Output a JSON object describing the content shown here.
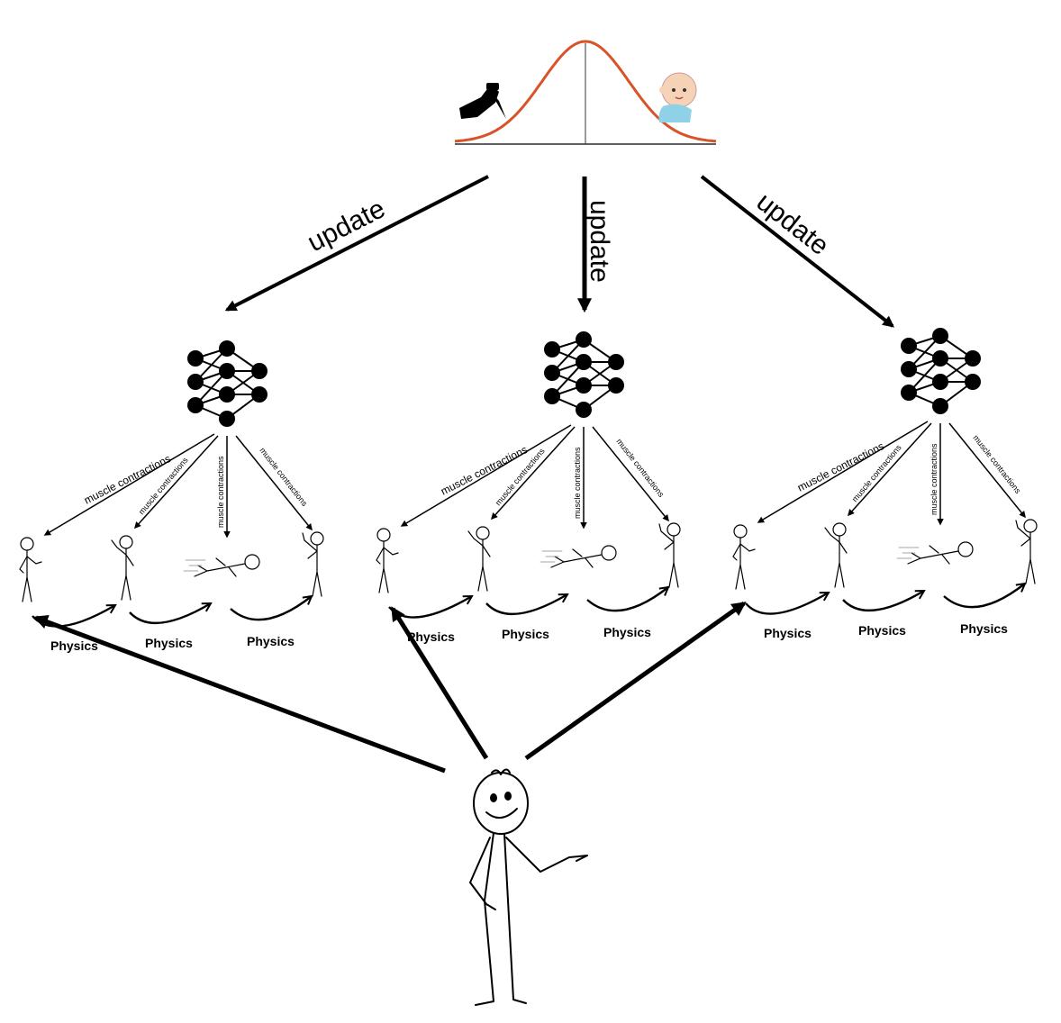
{
  "prior": {
    "curve_color": "#d9532a",
    "left_icon": "knife-icon",
    "right_icon": "baby-icon"
  },
  "update_labels": [
    "update",
    "update",
    "update"
  ],
  "networks": [
    {
      "muscle_labels": [
        "muscle contractions",
        "muscle contractions",
        "muscle contractions",
        "muscle contractions"
      ],
      "physics_labels": [
        "Physics",
        "Physics",
        "Physics"
      ]
    },
    {
      "muscle_labels": [
        "muscle contractions",
        "muscle contractions",
        "muscle contractions",
        "muscle contractions"
      ],
      "physics_labels": [
        "Physics",
        "Physics",
        "Physics"
      ]
    },
    {
      "muscle_labels": [
        "muscle contractions",
        "muscle contractions",
        "muscle contractions",
        "muscle contractions"
      ],
      "physics_labels": [
        "Physics",
        "Physics",
        "Physics"
      ]
    }
  ],
  "colors": {
    "ink": "#000000",
    "baby_skin": "#f6d2b6",
    "baby_clothes": "#8fd1e6"
  }
}
